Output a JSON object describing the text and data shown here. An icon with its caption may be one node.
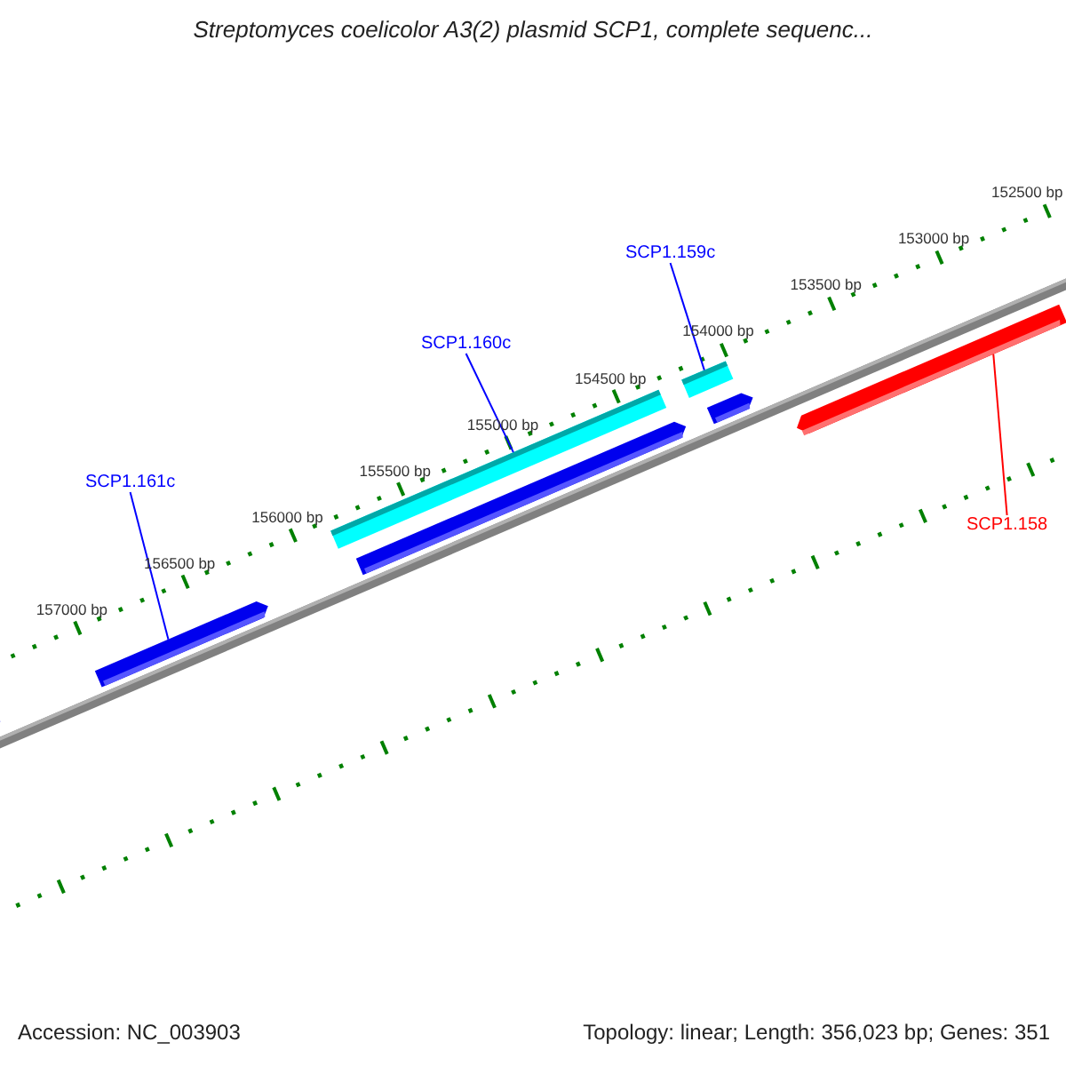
{
  "diagram": {
    "title": "Streptomyces coelicolor A3(2) plasmid SCP1, complete sequenc...",
    "nodes": [
      {
        "text": [
          "SCP1.159c"
        ]
      },
      {
        "text": [
          "SCP1.160c"
        ]
      },
      {
        "text": [
          "SCP1.161c"
        ]
      },
      {
        "text": [
          "SCP1.158"
        ]
      },
      {
        "text": [],
        "shape": "bar"
      },
      {
        "text": [],
        "shape": "bar"
      },
      {
        "text": [],
        "shape": "bar"
      },
      {
        "text": [],
        "shape": "bar"
      },
      {
        "text": [],
        "shape": "bar"
      },
      {
        "text": [],
        "shape": "bar"
      },
      {
        "text": [],
        "shape": "bar"
      }
    ],
    "edges": [
      {
        "from": 0,
        "to": 8,
        "arrow": "none"
      },
      {
        "from": 1,
        "to": 6,
        "arrow": "none"
      },
      {
        "from": 2,
        "to": 5,
        "arrow": "none"
      },
      {
        "from": 3,
        "to": 10,
        "arrow": "none",
        "color": "#ff0000"
      }
    ],
    "labels": [
      "152500 bp",
      "153000 bp",
      "153500 bp",
      "154000 bp",
      "154500 bp",
      "155000 bp",
      "155500 bp",
      "156000 bp",
      "156500 bp",
      "157000 bp",
      "Accession: NC_003903",
      "Topology: linear; Length: 356,023 bp; Genes: 351"
    ]
  }
}
